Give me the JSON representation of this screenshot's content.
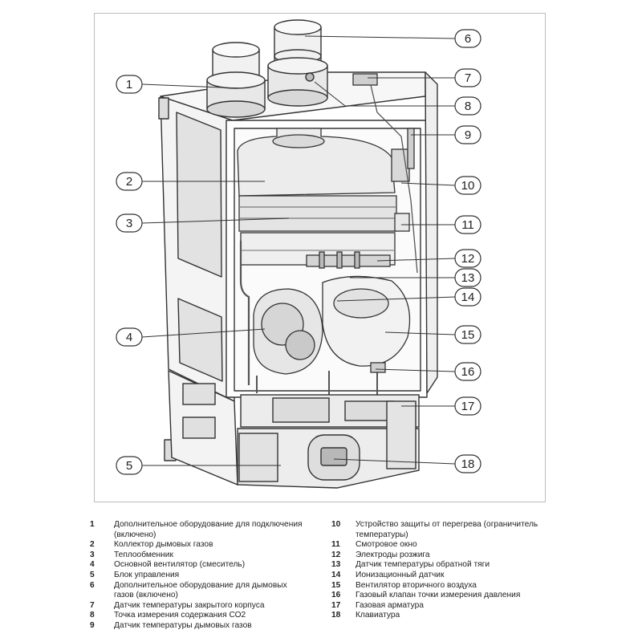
{
  "callouts": [
    "1",
    "2",
    "3",
    "4",
    "5",
    "6",
    "7",
    "8",
    "9",
    "10",
    "11",
    "12",
    "13",
    "14",
    "15",
    "16",
    "17",
    "18"
  ],
  "legend": [
    {
      "num": "1",
      "text": "Дополнительное оборудование для подключения (включено)"
    },
    {
      "num": "2",
      "text": "Коллектор дымовых газов"
    },
    {
      "num": "3",
      "text": "Теплообменник"
    },
    {
      "num": "4",
      "text": "Основной вентилятор (смеситель)"
    },
    {
      "num": "5",
      "text": "Блок управления"
    },
    {
      "num": "6",
      "text": "Дополнительное оборудование для дымовых газов (включено)"
    },
    {
      "num": "7",
      "text": "Датчик температуры закрытого корпуса"
    },
    {
      "num": "8",
      "text": "Точка измерения содержания СО2"
    },
    {
      "num": "9",
      "text": "Датчик температуры дымовых газов"
    },
    {
      "num": "10",
      "text": "Устройство защиты от перегрева (ограничитель температуры)"
    },
    {
      "num": "11",
      "text": "Смотровое окно"
    },
    {
      "num": "12",
      "text": "Электроды розжига"
    },
    {
      "num": "13",
      "text": "Датчик температуры обратной тяги"
    },
    {
      "num": "14",
      "text": "Ионизационный датчик"
    },
    {
      "num": "15",
      "text": "Вентилятор вторичного воздуха"
    },
    {
      "num": "16",
      "text": "Газовый клапан точки измерения давления"
    },
    {
      "num": "17",
      "text": "Газовая арматура"
    },
    {
      "num": "18",
      "text": "Клавиатура"
    }
  ]
}
